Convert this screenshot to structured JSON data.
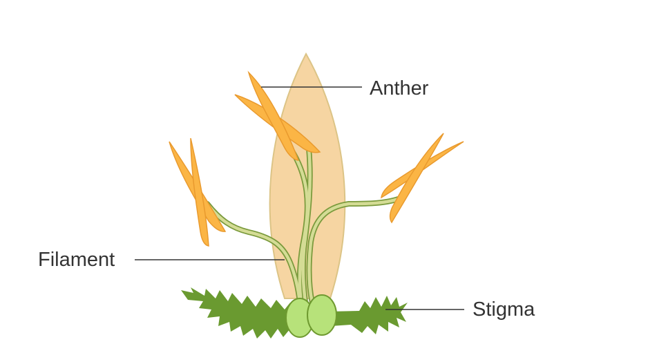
{
  "labels": {
    "anther": "Anther",
    "filament": "Filament",
    "stigma": "Stigma"
  },
  "colors": {
    "background": "#ffffff",
    "petal_fill": "#f6d5a2",
    "petal_stroke": "#dcc486",
    "anther_fill": "#fbb545",
    "anther_stroke": "#e99a2e",
    "filament_fill": "#d4dc95",
    "filament_stroke": "#7a9a3c",
    "grass": "#6a9a30",
    "ovule_fill": "#b7e27a",
    "ovule_stroke": "#6f9a30",
    "text": "#333333"
  }
}
